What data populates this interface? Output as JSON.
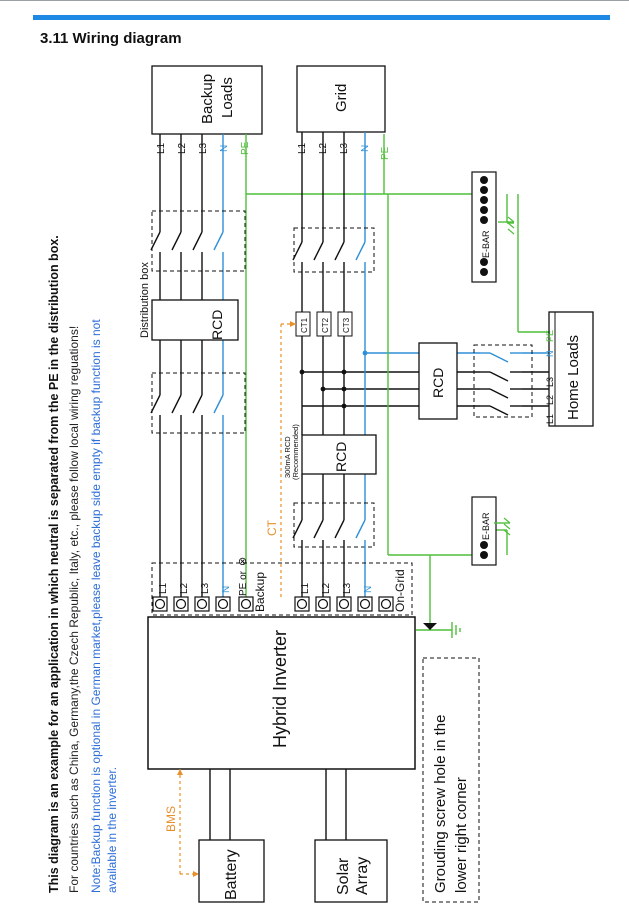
{
  "section_title": "3.11 Wiring diagram",
  "notes": {
    "line1": "This diagram is an example for an application in which neutral is separated from the PE in the distribution box.",
    "line2": "For countries such as China, Germany,the Czech Republic, Italy, etc., please follow local wiring reguations!",
    "line3": "Note:Backup function is optional in German market,please leave backup side empty if backup function is not",
    "line4": "available in the inverter."
  },
  "boxes": {
    "backup_loads_1": "Backup",
    "backup_loads_2": "Loads",
    "grid": "Grid",
    "home_loads": "Home Loads",
    "hybrid_inverter": "Hybrid Inverter",
    "battery": "Battery",
    "solar_1": "Solar",
    "solar_2": "Array",
    "rcd": "RCD",
    "distribution_box": "Distribution box",
    "rcd_note_1": "300mA RCD",
    "rcd_note_2": "(Recommended)",
    "grounding_1": "Grouding screw hole  in the",
    "grounding_2": "lower right corner",
    "ebar": "E-BAR",
    "backup_label": "Backup",
    "ongrid_label": "On-Grid",
    "pe_or": "PE or",
    "ct_label": "CT",
    "bms_label": "BMS"
  },
  "wires": {
    "l1": "L1",
    "l2": "L2",
    "l3": "L3",
    "n": "N",
    "pe": "PE"
  },
  "ct": {
    "ct1": "CT1",
    "ct2": "CT2",
    "ct3": "CT3"
  },
  "colors": {
    "black": "#111111",
    "blue": "#2e8fd8",
    "green": "#4fbf3a",
    "orange": "#e8902c",
    "accent": "#1e88e5"
  }
}
